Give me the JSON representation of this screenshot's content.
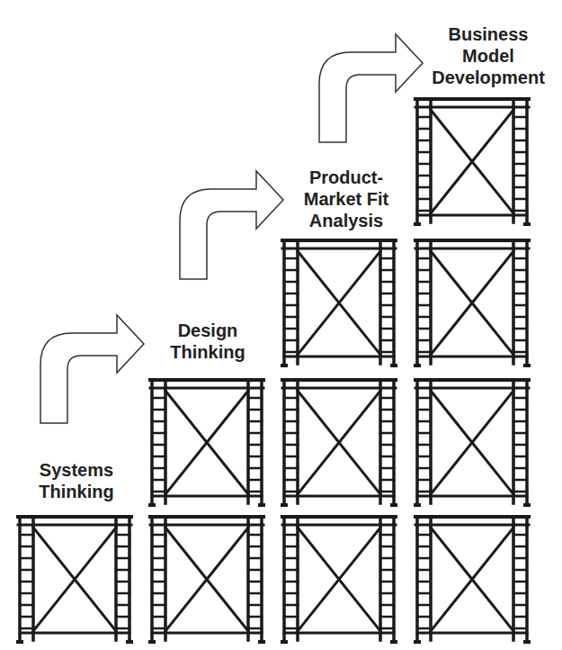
{
  "diagram": {
    "labels": [
      "Systems Thinking",
      "Design Thinking",
      "Product-Market Fit Analysis",
      "Business Model Development"
    ]
  }
}
